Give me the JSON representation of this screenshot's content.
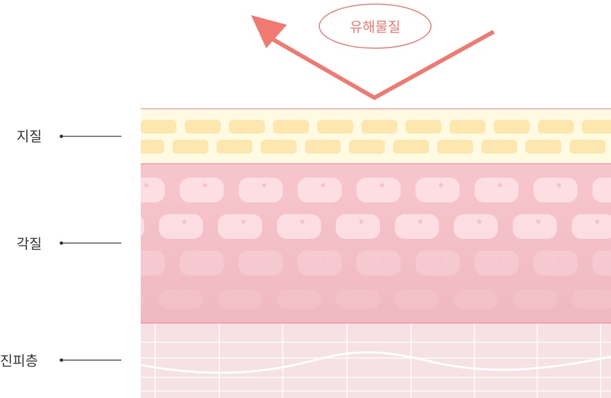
{
  "badge": {
    "text": "유해물질"
  },
  "layers": {
    "lipid": {
      "label": "지질"
    },
    "stratum": {
      "label": "각질"
    },
    "dermis": {
      "label": "진피층"
    }
  },
  "colors": {
    "arrow": "#f07a72",
    "lipid_bg": "#fffbe2",
    "lipid_cell": "#fde7ae",
    "lipid_border": "#f4b8b8",
    "stratum_bg": "#f5c0c7",
    "stratum_cell": "#fde0e4",
    "dermis_bg": "#f6e1e4",
    "dermis_line": "#ffffff",
    "label_text": "#333333",
    "leader": "#333333"
  }
}
